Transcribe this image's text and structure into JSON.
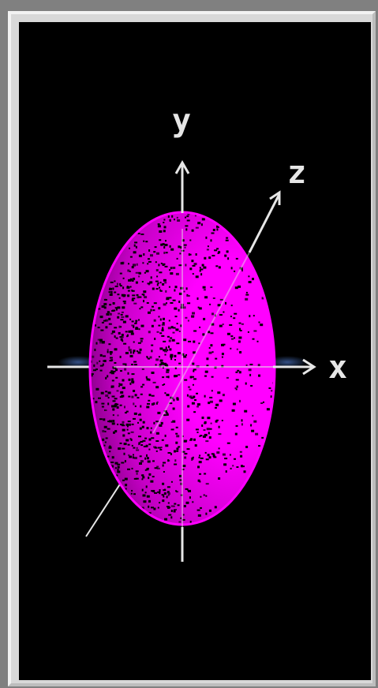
{
  "scene": {
    "axis_labels": {
      "x": "x",
      "y": "y",
      "z": "z"
    },
    "colors": {
      "frame": "#808080",
      "bevel_light": "#f2f2f2",
      "bevel_shadow": "#bdbdbd",
      "background": "#000000",
      "ellipsoid": "#ff00ff",
      "axes": "#e6e6e6",
      "x_axis_glow": "#3a5fa0"
    },
    "objects": [
      {
        "name": "ellipsoid",
        "shading": "speckled-dark-left-bright-right"
      }
    ]
  }
}
